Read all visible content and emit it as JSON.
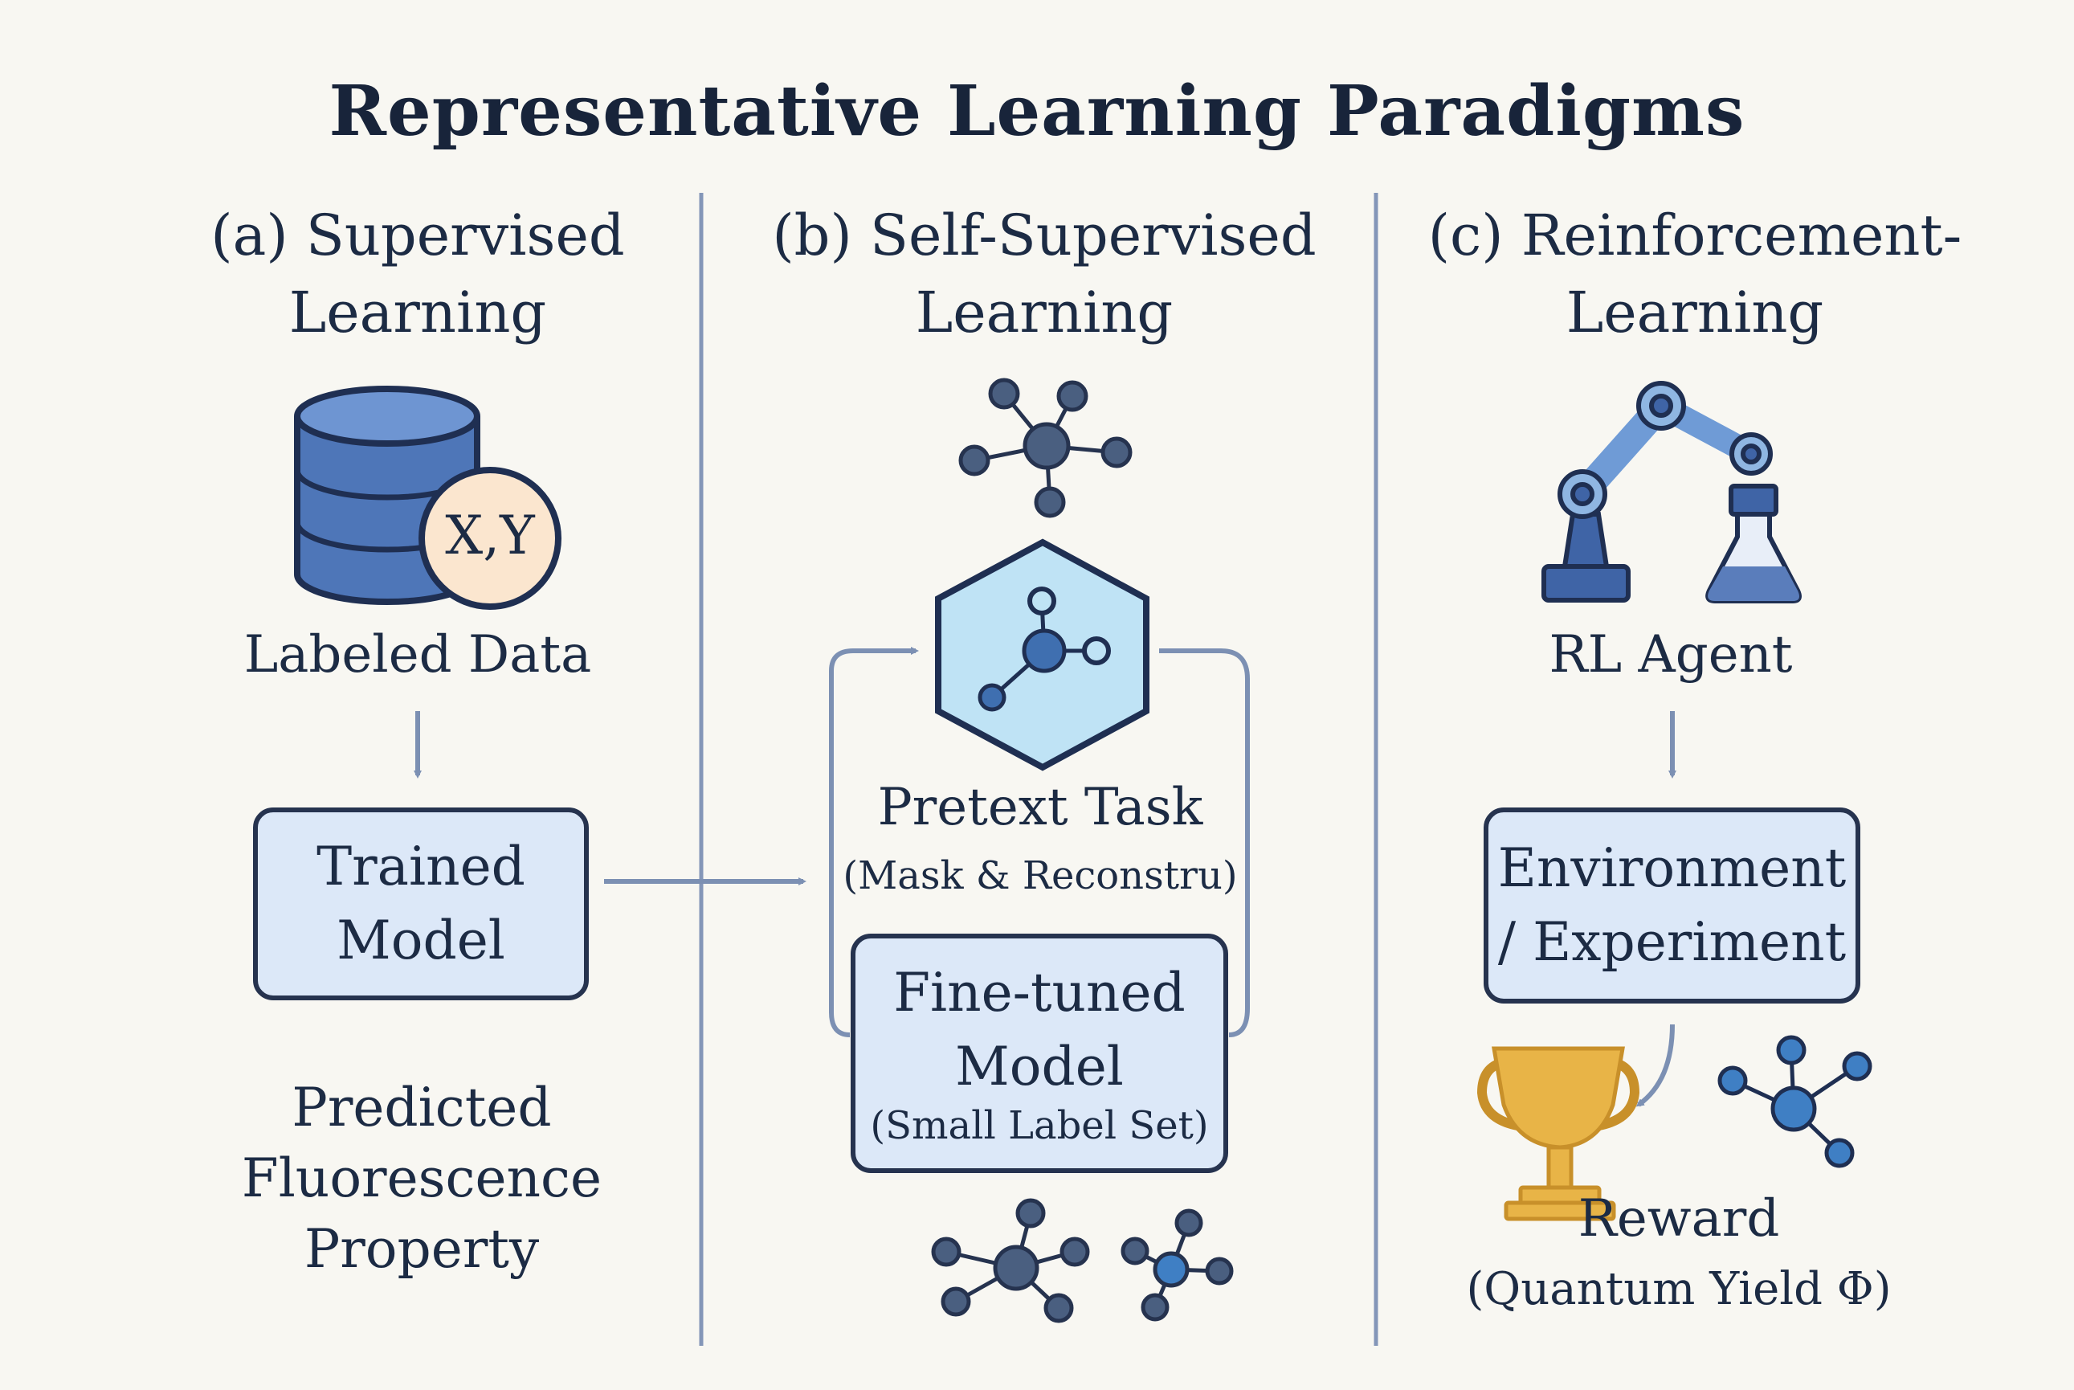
{
  "title": "Representative Learning Paradigms",
  "supervised": {
    "heading_line1": "(a) Supervised",
    "heading_line2": "Learning",
    "data_badge": "X,Y",
    "data_label": "Labeled Data",
    "model_line1": "Trained",
    "model_line2": "Model",
    "output_line1": "Predicted",
    "output_line2": "Fluorescence",
    "output_line3": "Property"
  },
  "self_supervised": {
    "heading_line1": "(b) Self-Supervised",
    "heading_line2": "Learning",
    "pretext_label": "Pretext Task",
    "pretext_sub": "(Mask & Reconstru)",
    "finetune_line1": "Fine-tuned",
    "finetune_line2": "Model",
    "finetune_sub": "(Small Label Set)"
  },
  "reinforcement": {
    "heading_line1": "(c) Reinforcement-",
    "heading_line2": "Learning",
    "agent_label": "RL Agent",
    "env_line1": "Environment",
    "env_line2": "/ Experiment",
    "reward_label": "Reward",
    "reward_sub": "(Quantum Yield Φ)"
  },
  "colors": {
    "background": "#f8f7f2",
    "text": "#1c2b44",
    "box_fill": "#dce8f8",
    "box_stroke": "#26334f",
    "arrow": "#7c90b3",
    "database": "#4e76b8",
    "hexagon": "#bfe3f5",
    "molecule": "#4a5f80",
    "molecule_accent": "#3f7fc4",
    "trophy": "#e8b447",
    "robot_arm": "#5a7dbb"
  },
  "icons": [
    "database-icon",
    "molecule-icon",
    "hexagon-icon",
    "robot-arm-icon",
    "flask-icon",
    "trophy-icon"
  ]
}
